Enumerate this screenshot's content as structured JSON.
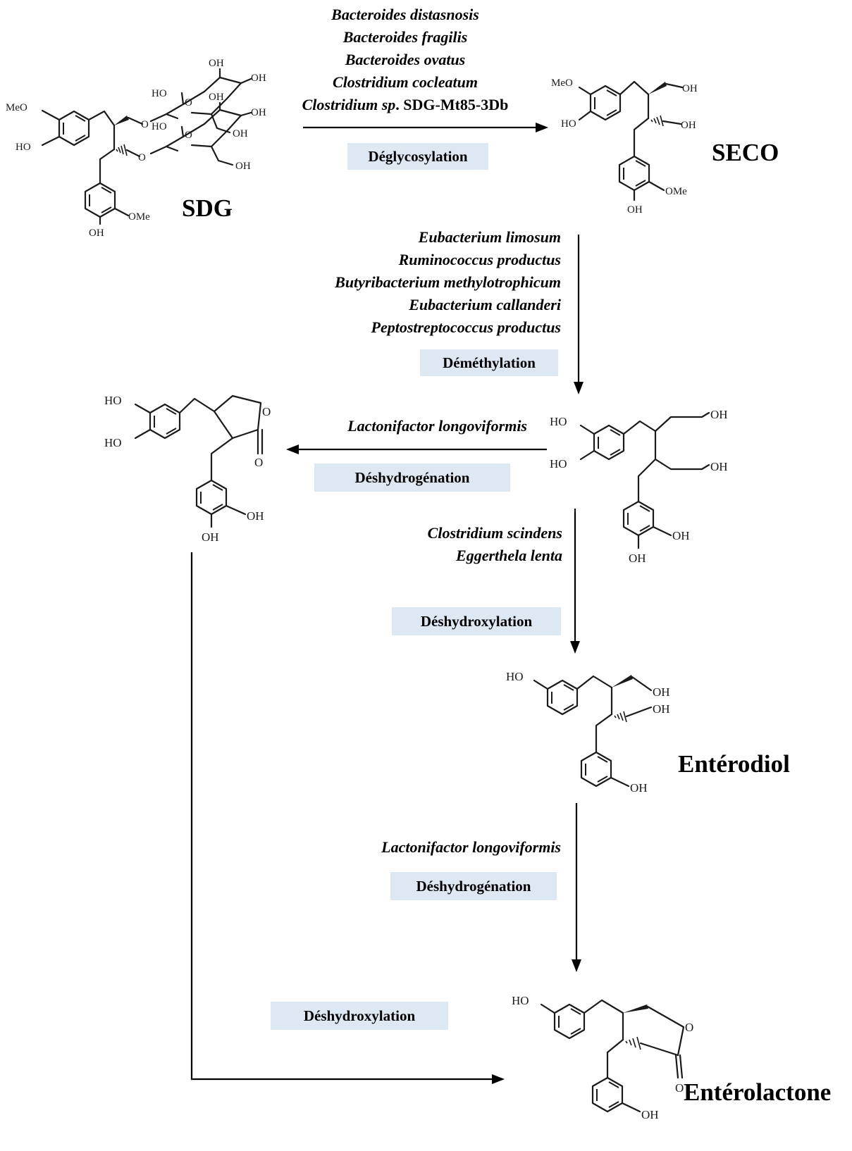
{
  "compounds": {
    "sdg": "SDG",
    "seco": "SECO",
    "enterodiol": "Entérodiol",
    "enterolactone": "Entérolactone"
  },
  "steps": {
    "deglycosylation": {
      "label": "Déglycosylation",
      "bacteria": [
        "Bacteroides distasnosis",
        "Bacteroides fragilis",
        "Bacteroides ovatus",
        "Clostridium cocleatum"
      ],
      "last_bacterium_italic": "Clostridium sp",
      "last_bacterium_plain": ". SDG-Mt85-3Db"
    },
    "demethylation": {
      "label": "Déméthylation",
      "bacteria": [
        "Eubacterium limosum",
        "Ruminococcus productus",
        "Butyribacterium methylotrophicum",
        "Eubacterium callanderi",
        "Peptostreptococcus productus"
      ]
    },
    "dehydrogenation_1": {
      "label": "Déshydrogénation",
      "bacteria": [
        "Lactonifactor longoviformis"
      ]
    },
    "dehydroxylation_1": {
      "label": "Déshydroxylation",
      "bacteria": [
        "Clostridium scindens",
        "Eggerthela lenta"
      ]
    },
    "dehydrogenation_2": {
      "label": "Déshydrogénation",
      "bacteria": [
        "Lactonifactor longoviformis"
      ]
    },
    "dehydroxylation_2": {
      "label": "Déshydroxylation"
    }
  },
  "atoms": {
    "ho": "HO",
    "oh": "OH",
    "meo": "MeO",
    "ome": "OMe",
    "o": "O",
    "oh_cut": "OH"
  }
}
